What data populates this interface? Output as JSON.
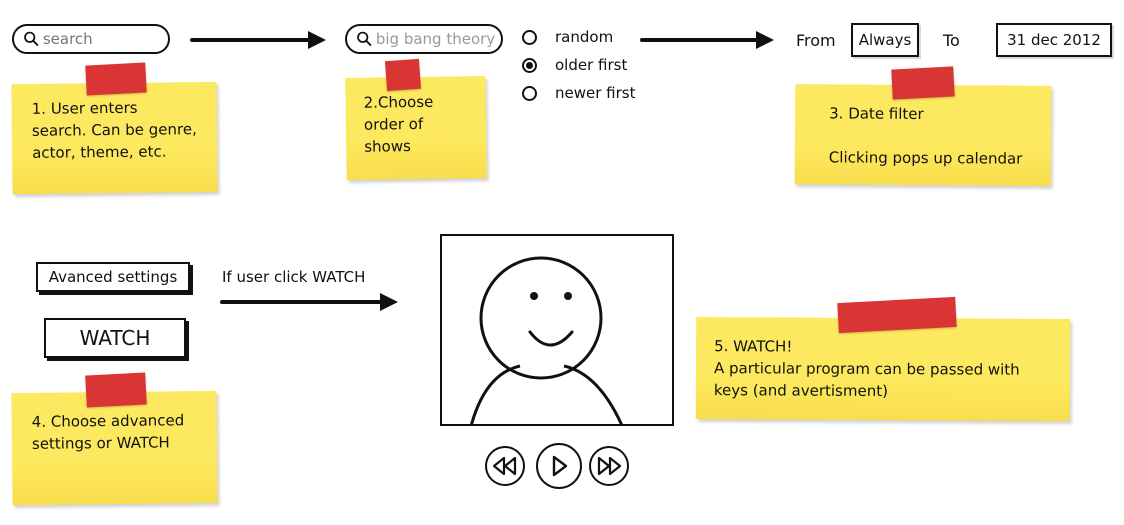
{
  "search1": {
    "placeholder": "search"
  },
  "search2": {
    "value": "big bang theory"
  },
  "sort_options": [
    {
      "label": "random",
      "selected": false
    },
    {
      "label": "older first",
      "selected": true
    },
    {
      "label": "newer first",
      "selected": false
    }
  ],
  "date_filter": {
    "from_label": "From",
    "from_value": "Always",
    "to_label": "To",
    "to_value": "31 dec 2012"
  },
  "advanced_button": "Avanced settings",
  "watch_button": "WATCH",
  "arrow_label": "If user click WATCH",
  "notes": [
    {
      "text": "1. User enters\nsearch. Can be genre,\nactor, theme, etc."
    },
    {
      "text": "2.Choose\norder of\nshows"
    },
    {
      "text": "3. Date filter\n\nClicking pops up calendar"
    },
    {
      "text": "4. Choose advanced\nsettings or WATCH"
    },
    {
      "text": "5. WATCH!\nA particular program can be passed with\nkeys (and avertisment)"
    }
  ],
  "colors": {
    "note_yellow": "#fde95f",
    "tape_red": "#d93535",
    "ink": "#111111"
  },
  "icons": {
    "search": "magnifier-icon",
    "rewind": "rewind-icon",
    "play": "play-icon",
    "fast_forward": "fast-forward-icon",
    "avatar": "smiley-face-icon"
  }
}
